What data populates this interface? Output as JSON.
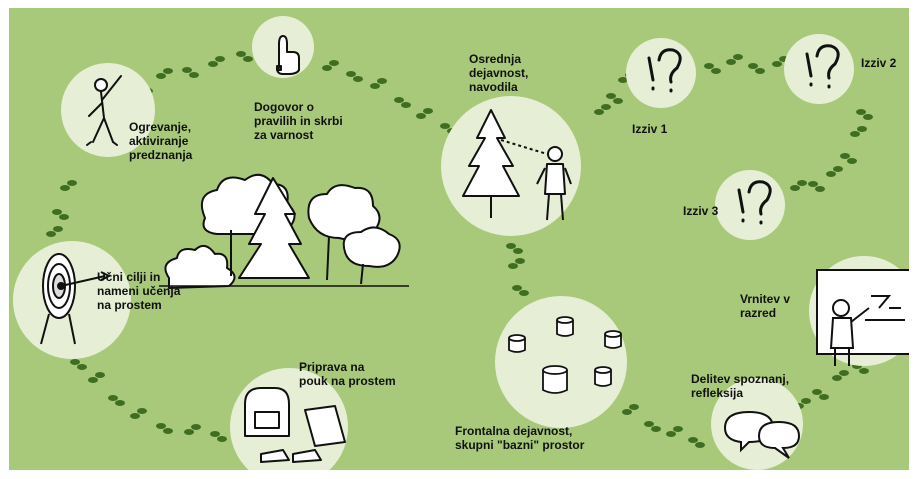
{
  "colors": {
    "background": "#a8c97a",
    "circle": "#e6efd6",
    "footprint": "#3f6e22",
    "ink": "#111111"
  },
  "steps": [
    {
      "id": "warmup",
      "lines": [
        "Ogrevanje,",
        "aktiviranje",
        "predznanja"
      ],
      "icon": "stretching-person-icon"
    },
    {
      "id": "agreement",
      "lines": [
        "Dogovor o",
        "pravilih in skrbi",
        "za varnost"
      ],
      "icon": "raised-finger-icon"
    },
    {
      "id": "main",
      "lines": [
        "Osrednja",
        "dejavnost,",
        "navodila"
      ],
      "icon": "child-with-tree-icon"
    },
    {
      "id": "c1",
      "lines": [
        "Izziv 1"
      ],
      "icon": "question-exclamation-icon"
    },
    {
      "id": "c2",
      "lines": [
        "Izziv 2"
      ],
      "icon": "question-exclamation-icon"
    },
    {
      "id": "c3",
      "lines": [
        "Izziv 3"
      ],
      "icon": "question-exclamation-icon"
    },
    {
      "id": "goals",
      "lines": [
        "Učni cilji in",
        "nameni učenja",
        "na prostem"
      ],
      "icon": "target-with-arrow-icon"
    },
    {
      "id": "prep",
      "lines": [
        "Priprava na",
        "pouk na prostem"
      ],
      "icon": "backpack-and-shoes-icon"
    },
    {
      "id": "frontal",
      "lines": [
        "Frontalna dejavnost,",
        "skupni \"bazni\" prostor"
      ],
      "icon": "tree-stumps-icon"
    },
    {
      "id": "sharing",
      "lines": [
        "Delitev spoznanj,",
        "refleksija"
      ],
      "icon": "speech-bubbles-icon"
    },
    {
      "id": "return",
      "lines": [
        "Vrnitev v",
        "razred"
      ],
      "icon": "teacher-at-board-icon"
    }
  ],
  "decor": {
    "center_illustration": "forest-trees-icon",
    "path": "footprints-path"
  }
}
